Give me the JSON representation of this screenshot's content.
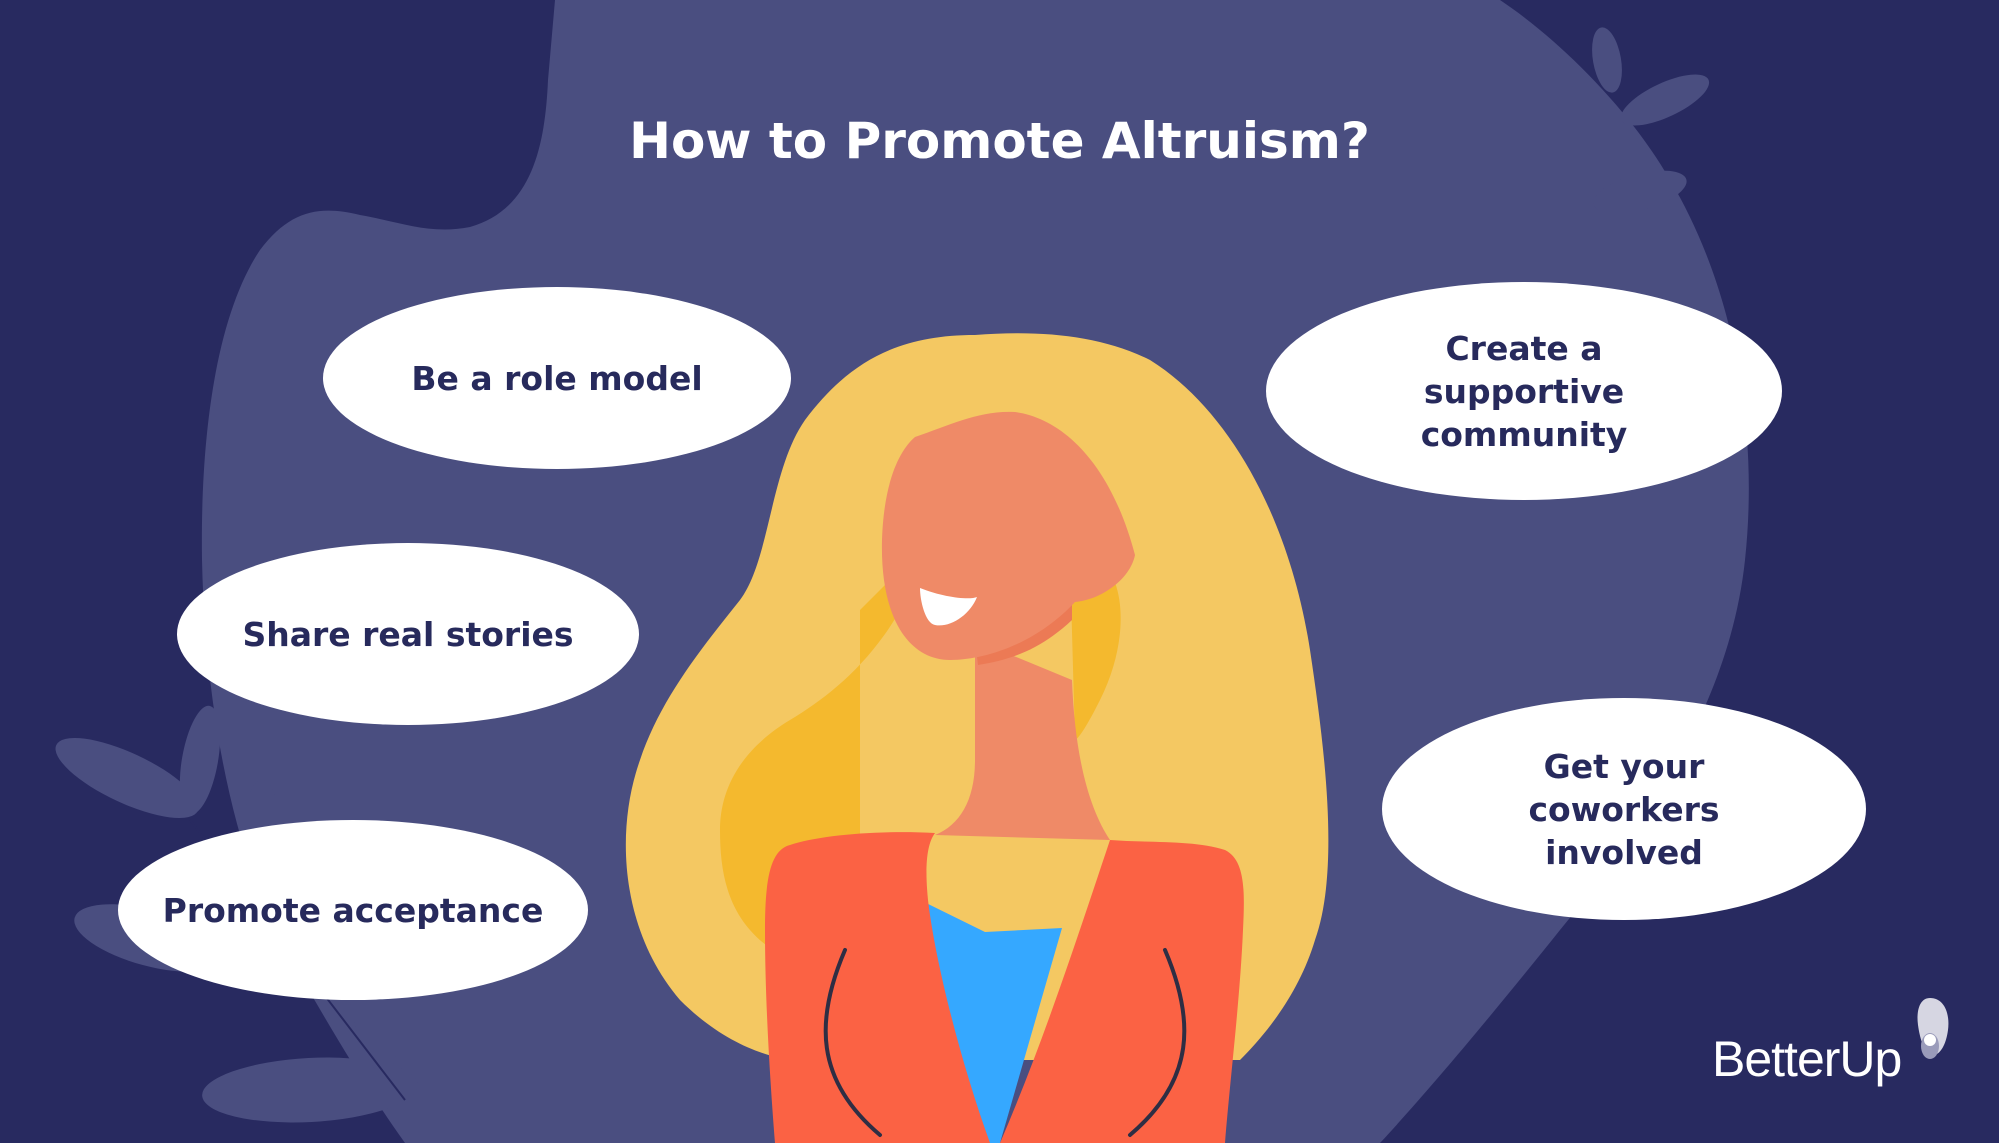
{
  "title": "How to Promote Altruism?",
  "tips": [
    {
      "label": "Be a role model"
    },
    {
      "label": "Share real stories"
    },
    {
      "label": "Promote acceptance"
    },
    {
      "label": "Create a supportive community"
    },
    {
      "label": "Get your coworkers involved"
    }
  ],
  "brand": {
    "name": "BetterUp",
    "icon": "brand-drop-icon"
  },
  "colors": {
    "background": "#282A60",
    "blob": "#4A4E80",
    "bubble": "#FFFFFF",
    "bubble_text": "#272A5C",
    "hair": "#F4C862",
    "hair_shadow": "#F4B92E",
    "skin": "#EF8A67",
    "skin_shadow": "#EC7A55",
    "jacket": "#FB6244",
    "shirt": "#35A8FF"
  }
}
